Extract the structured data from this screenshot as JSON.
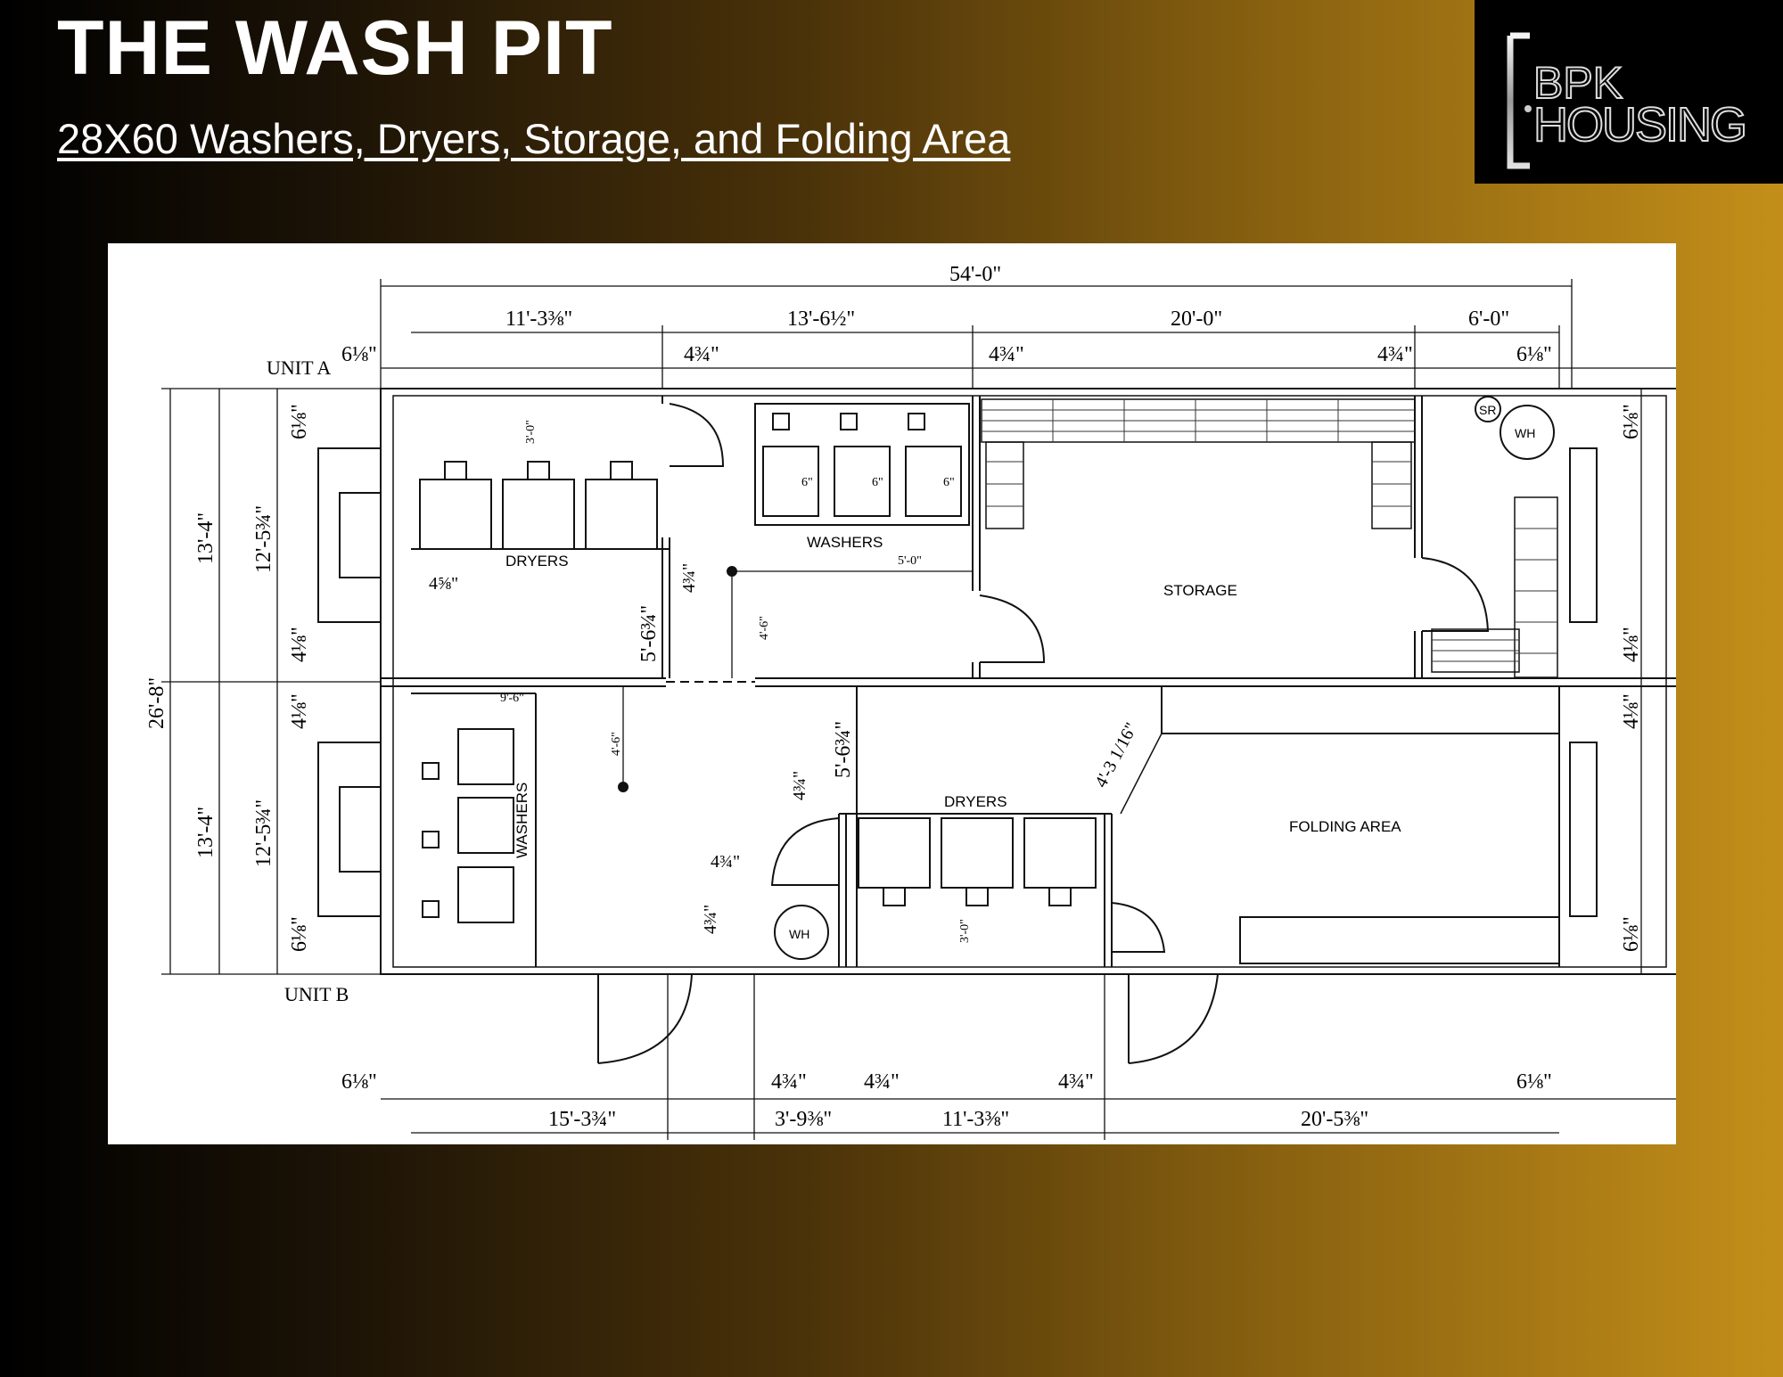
{
  "header": {
    "title": "THE WASH PIT",
    "subtitle": "28X60 Washers, Dryers, Storage, and Folding Area"
  },
  "logo": {
    "text_top": "BPK",
    "text_bottom": "HOUSING"
  },
  "floorplan": {
    "units": {
      "a": "UNIT A",
      "b": "UNIT B"
    },
    "rooms": {
      "dryers_a": "DRYERS",
      "washers_a": "WASHERS",
      "storage": "STORAGE",
      "washers_b": "WASHERS",
      "dryers_b": "DRYERS",
      "folding": "FOLDING AREA"
    },
    "fixtures": {
      "sr": "SR",
      "wh_a": "WH",
      "wh_b": "WH"
    },
    "dimensions": {
      "overall_width": "54'-0\"",
      "top_seg_1": "11'-3⅜\"",
      "top_seg_2": "13'-6½\"",
      "top_seg_3": "20'-0\"",
      "top_seg_4": "6'-0\"",
      "top_small_1": "6⅛\"",
      "top_small_2": "4¾\"",
      "top_small_3": "4¾\"",
      "top_small_4": "4¾\"",
      "top_small_5": "6⅛\"",
      "bottom_seg_1": "15'-3¾\"",
      "bottom_seg_2": "3'-9⅜\"",
      "bottom_seg_3": "11'-3⅜\"",
      "bottom_seg_4": "20'-5⅜\"",
      "bottom_small_1": "6⅛\"",
      "bottom_small_2": "4¾\"",
      "bottom_small_3": "4¾\"",
      "bottom_small_4": "4¾\"",
      "bottom_small_5": "6⅛\"",
      "overall_height": "26'-8\"",
      "unit_height_a": "13'-4\"",
      "unit_height_b": "13'-4\"",
      "inner_height_a": "12'-5¾\"",
      "inner_height_b": "12'-5¾\"",
      "left_small_1": "6⅛\"",
      "left_small_2": "4⅛\"",
      "left_small_3": "4⅛\"",
      "left_small_4": "6⅛\"",
      "right_small_1": "6⅛\"",
      "right_small_2": "4⅛\"",
      "right_small_3": "4⅛\"",
      "right_small_4": "6⅛\"",
      "dryer_depth": "5'-6¾\"",
      "dryer_depth_b": "5'-6¾\"",
      "wall_1": "4¾\"",
      "wall_2": "4¾\"",
      "wall_3": "4¾\"",
      "wall_4": "4¾\"",
      "wall_5": "4⅝\"",
      "angle_wall": "4'-3 1/16\"",
      "clear_1": "3'-0\"",
      "clear_2": "3'-0\"",
      "clear_3": "5'-0\"",
      "clear_4": "4'-6\"",
      "clear_5": "4'-6\"",
      "clear_6": "9'-6\"",
      "gap_1": "6\"",
      "gap_2": "6\"",
      "gap_3": "6\""
    }
  }
}
